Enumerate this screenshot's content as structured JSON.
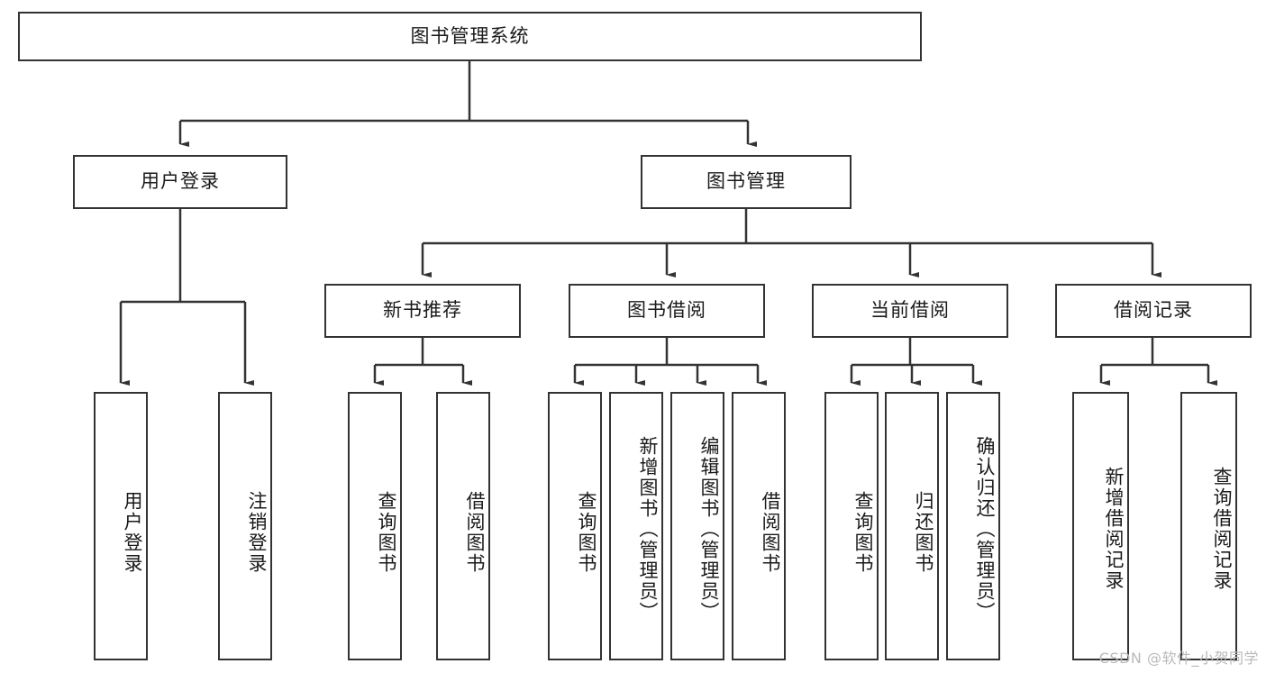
{
  "diagram": {
    "type": "tree-hierarchy",
    "title": "图书管理系统",
    "root": {
      "id": "root",
      "label": "图书管理系统",
      "orientation": "horizontal"
    },
    "level2": [
      {
        "id": "user-login",
        "label": "用户登录",
        "orientation": "horizontal"
      },
      {
        "id": "book-manage",
        "label": "图书管理",
        "orientation": "horizontal"
      }
    ],
    "level3": [
      {
        "id": "new-book-recommend",
        "label": "新书推荐",
        "orientation": "horizontal",
        "parent": "book-manage"
      },
      {
        "id": "book-borrow",
        "label": "图书借阅",
        "orientation": "horizontal",
        "parent": "book-manage"
      },
      {
        "id": "current-borrow",
        "label": "当前借阅",
        "orientation": "horizontal",
        "parent": "book-manage"
      },
      {
        "id": "borrow-record",
        "label": "借阅记录",
        "orientation": "horizontal",
        "parent": "book-manage"
      }
    ],
    "leaves": [
      {
        "id": "leaf-user-login",
        "label": "用户登录",
        "parent": "user-login"
      },
      {
        "id": "leaf-logout-login",
        "label": "注销登录",
        "parent": "user-login"
      },
      {
        "id": "leaf-query-book-1",
        "label": "查询图书",
        "parent": "new-book-recommend"
      },
      {
        "id": "leaf-borrow-book-1",
        "label": "借阅图书",
        "parent": "new-book-recommend"
      },
      {
        "id": "leaf-query-book-2",
        "label": "查询图书",
        "parent": "book-borrow"
      },
      {
        "id": "leaf-add-book",
        "label": "新增图书（管理员）",
        "parent": "book-borrow"
      },
      {
        "id": "leaf-edit-book",
        "label": "编辑图书（管理员）",
        "parent": "book-borrow"
      },
      {
        "id": "leaf-borrow-book-2",
        "label": "借阅图书",
        "parent": "book-borrow"
      },
      {
        "id": "leaf-query-book-3",
        "label": "查询图书",
        "parent": "current-borrow"
      },
      {
        "id": "leaf-return-book",
        "label": "归还图书",
        "parent": "current-borrow"
      },
      {
        "id": "leaf-confirm-return",
        "label": "确认归还（管理员）",
        "parent": "current-borrow"
      },
      {
        "id": "leaf-add-record",
        "label": "新增借阅记录",
        "parent": "borrow-record"
      },
      {
        "id": "leaf-query-record",
        "label": "查询借阅记录",
        "parent": "borrow-record"
      }
    ],
    "watermark": "CSDN @软件_小贺同学",
    "colors": {
      "stroke": "#333333",
      "fill": "#ffffff",
      "text": "#1a1a1a",
      "watermark": "#b9b9b9"
    }
  }
}
